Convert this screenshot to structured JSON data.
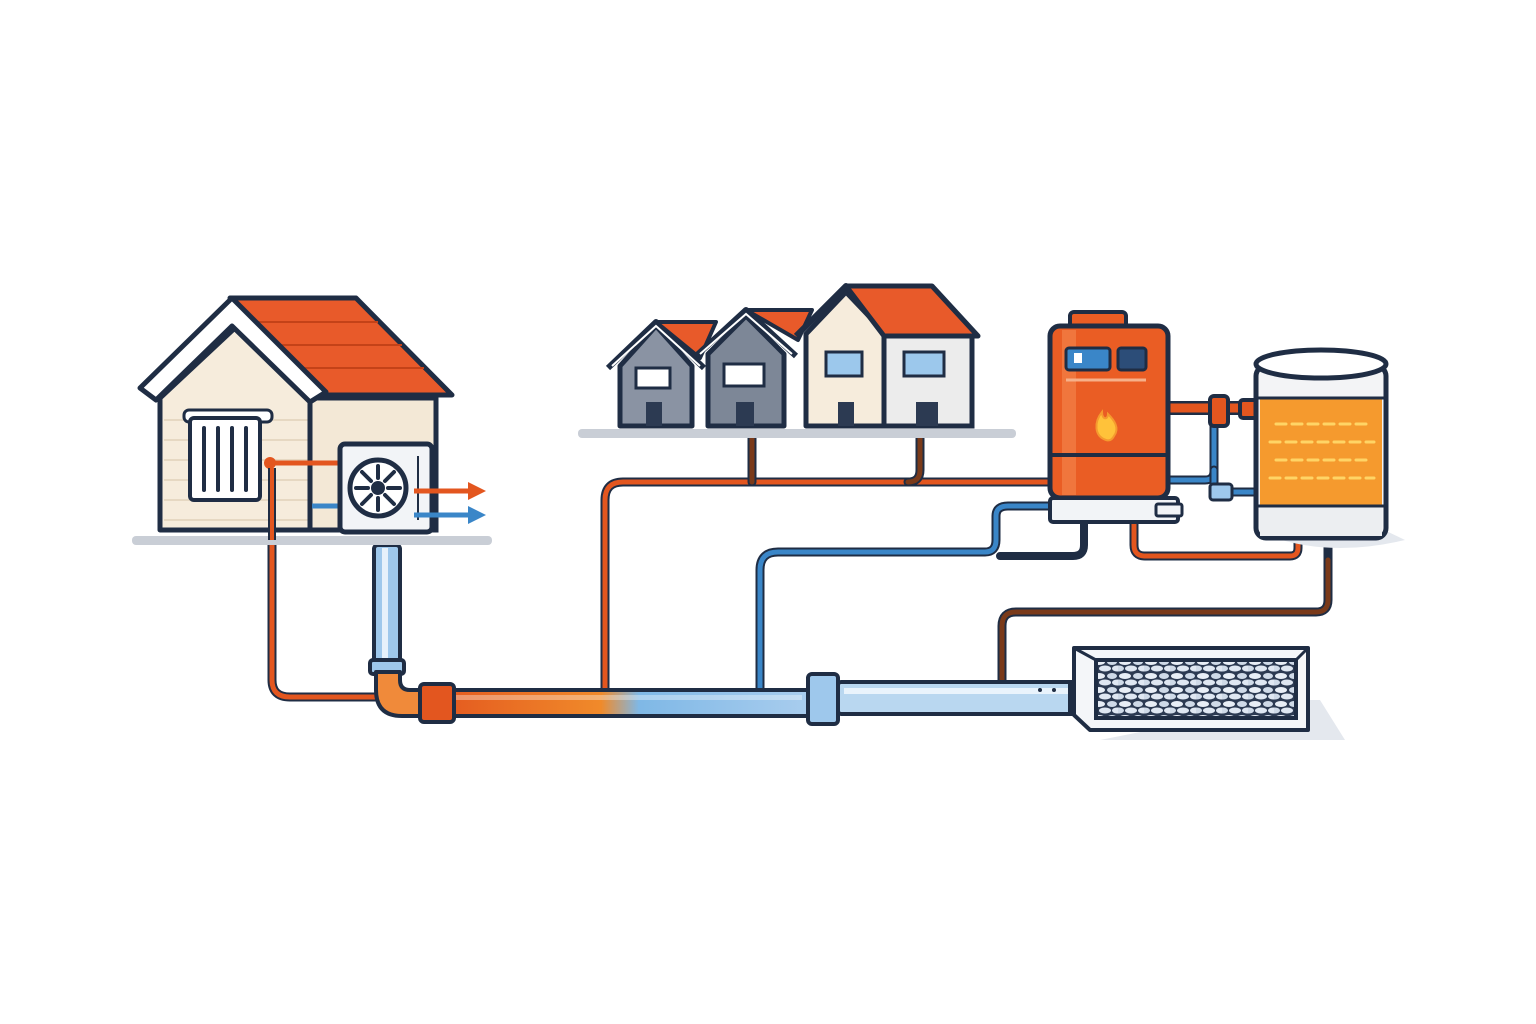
{
  "colors": {
    "outline": "#1f2d44",
    "hot_pipe": "#e3561f",
    "cold_pipe": "#3a86c8",
    "return_pipe": "#7a3a1a",
    "roof": "#e85a2a",
    "house_wall": "#f6ecdc",
    "house_wall_grey": "#8a93a3",
    "ground": "#c9ced6",
    "boiler": "#ea5d24",
    "tank_fill": "#f59a2e",
    "flame": "#ffc23a"
  },
  "components": [
    {
      "id": "house-with-heat-pump",
      "icons": [
        "radiator-icon",
        "heat-pump-fan-icon",
        "hot-arrow-icon",
        "cold-arrow-icon"
      ]
    },
    {
      "id": "district-houses",
      "icons": [
        "house-icon",
        "house-icon",
        "house-icon",
        "house-icon"
      ]
    },
    {
      "id": "boiler",
      "icons": [
        "flame-icon",
        "control-panel-icon"
      ]
    },
    {
      "id": "storage-tank",
      "icons": [
        "tank-level-icon"
      ]
    },
    {
      "id": "ground-heat-exchanger",
      "icons": [
        "gravel-bed-icon"
      ]
    }
  ]
}
